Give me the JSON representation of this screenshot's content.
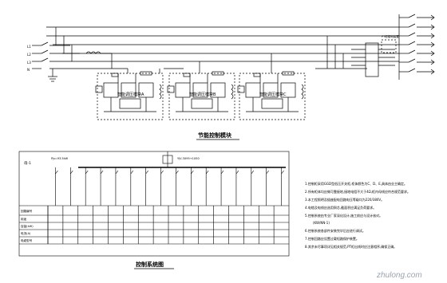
{
  "top": {
    "title": "节能控制模块",
    "units": [
      "智能调压模块A",
      "智能调压模块B",
      "智能调压模块C"
    ],
    "left_labels": [
      "L1",
      "L2",
      "L3",
      "N"
    ],
    "right_box_label": "PT柜接地装置"
  },
  "bottom": {
    "title": "控制系统图",
    "bus_label": "母-1",
    "bus_text_left": "Pjs=93.5kW",
    "bus_text_mid": "YJV-3X95+1X50",
    "header_rows": [
      "回路编号",
      "用途",
      "容量(kW)",
      "电流(A)",
      "电缆型号"
    ],
    "columns": 16
  },
  "notes": {
    "lines": [
      "1.控制柜采用GGD型低压开关柜,柜体颜色为C、D、E,具体由业主确定。",
      "2.所有柜体均应做可靠接地,接地电阻不大于4Ω,柜内母线应符合规范要求。",
      "3.本工程照明及插座配电回路电压等级均为220/380V。",
      "4.电缆及电线应选用铜芯,截面积应满足负荷要求。",
      "5.控制系统由专业厂家深化设计,施工前应与设计核对。",
      "(KW/NN-1)",
      "6.控制系统各部件安装完毕后应进行调试。",
      "7.控制回路应设置过载短路保护装置。",
      "8.其余未尽事项详见相关规范,PT柜出线时应注意相序,确保正确。"
    ]
  },
  "watermark": "zhulong.com",
  "colors": {
    "line": "#000000",
    "background": "#ffffff",
    "watermark": "#9aa3ad"
  }
}
